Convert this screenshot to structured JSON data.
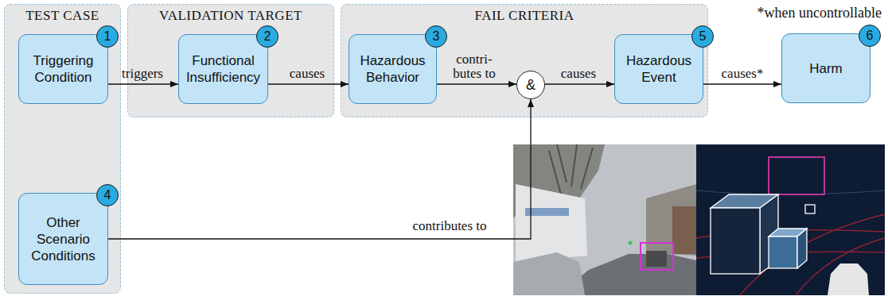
{
  "diagram": {
    "nodes": [
      {
        "text": [
          "TEST CASE"
        ]
      },
      {
        "text": [
          "Triggering Condition"
        ],
        "in": 0
      },
      {
        "text": [
          "1"
        ],
        "in": 1
      },
      {
        "text": [
          "VALIDATION TARGET"
        ]
      },
      {
        "text": [
          "Functional Insufficiency"
        ],
        "in": 3
      },
      {
        "text": [
          "2"
        ],
        "in": 4
      },
      {
        "text": [
          "FAIL CRITERIA"
        ]
      },
      {
        "text": [
          "Hazardous Behavior"
        ],
        "in": 6
      },
      {
        "text": [
          "3"
        ],
        "in": 7
      },
      {
        "text": [
          "&"
        ],
        "in": 6
      },
      {
        "text": [
          "Hazardous Event"
        ],
        "in": 6
      },
      {
        "text": [
          "5"
        ],
        "in": 10
      },
      {
        "text": [
          "Harm"
        ]
      },
      {
        "text": [
          "6"
        ],
        "in": 12
      },
      {
        "text": [
          "Other Scenario Conditions"
        ],
        "in": 0
      },
      {
        "text": [
          "4"
        ],
        "in": 14
      }
    ],
    "edges": [
      {
        "from": 1,
        "to": 4,
        "label": "triggers",
        "arrow": "to"
      },
      {
        "from": 4,
        "to": 7,
        "label": "causes",
        "arrow": "to"
      },
      {
        "from": 7,
        "to": 9,
        "label": "contri- butes to",
        "arrow": "to"
      },
      {
        "from": 9,
        "to": 10,
        "label": "causes",
        "arrow": "to"
      },
      {
        "from": 10,
        "to": 12,
        "label": "causes*",
        "arrow": "to"
      },
      {
        "from": 14,
        "to": 9,
        "label": "contributes to",
        "arrow": "to"
      }
    ],
    "labels": [
      "*when uncontrollable"
    ]
  }
}
